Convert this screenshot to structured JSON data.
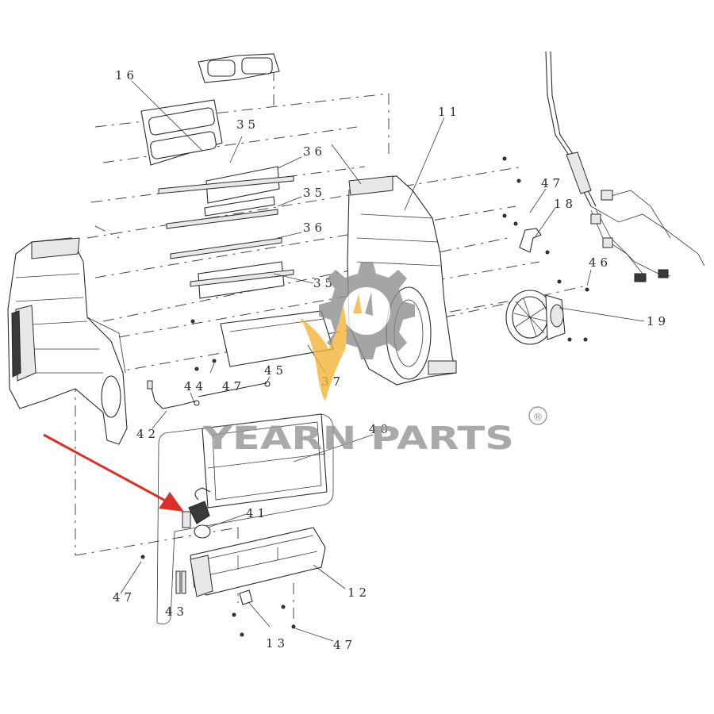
{
  "watermark": {
    "brand": "YEARN PARTS",
    "registered_mark": "®",
    "gear_color": "#8c8c8c",
    "flame_color": "#f2b233"
  },
  "arrow_color": "#d9302a",
  "callouts": {
    "c16": "16",
    "c35a": "35",
    "c36a": "36",
    "c35b": "35",
    "c36b": "36",
    "c35c": "35",
    "c11": "11",
    "c47a": "47",
    "c18": "18",
    "c46": "46",
    "c19": "19",
    "c37": "37",
    "c44": "44",
    "c45": "45",
    "c47b": "47",
    "c42": "42",
    "c40": "40",
    "c41": "41",
    "c47c": "47",
    "c43": "43",
    "c12": "12",
    "c13": "13",
    "c47d": "47"
  }
}
